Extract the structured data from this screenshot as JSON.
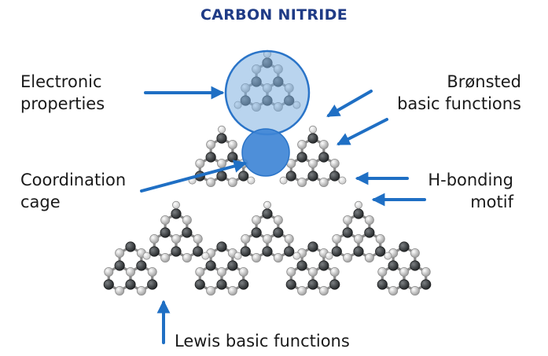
{
  "title": "CARBON NITRIDE",
  "labels": {
    "electronic": [
      "Electronic",
      "properties"
    ],
    "bronsted": [
      "Brønsted",
      "basic functions"
    ],
    "coordination": [
      "Coordination",
      "cage"
    ],
    "hbonding": [
      "H-bonding",
      "motif"
    ],
    "lewis": "Lewis basic functions"
  },
  "colors": {
    "title": "#1f3b86",
    "arrow": "#1f6fc4",
    "highlight_fill": "#7fb0e0",
    "highlight_stroke": "#2a74c8",
    "cage_fill": "#3f86d6",
    "carbon": "#333638",
    "nitrogen": "#d5d5d5",
    "hydrogen": "#f2f2f2",
    "bond": "#8a8a8a"
  }
}
